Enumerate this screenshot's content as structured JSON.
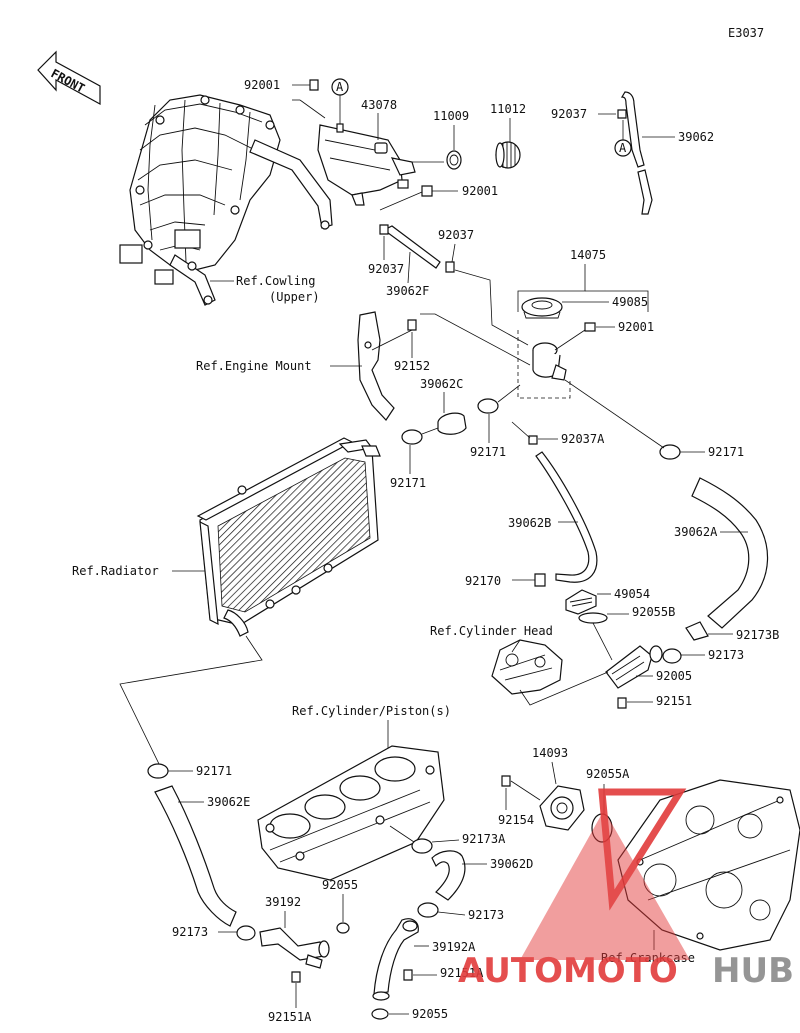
{
  "diagram_code": "E3037",
  "front_label": "FRONT",
  "callouts": {
    "a1": "A",
    "a2": "A"
  },
  "parts": {
    "p92001_top": "92001",
    "p43078": "43078",
    "p11009": "11009",
    "p11012": "11012",
    "p92037_top": "92037",
    "p39062": "39062",
    "p92001_mid": "92001",
    "p92037_a": "92037",
    "p92037_b": "92037",
    "p39062F": "39062F",
    "p14075": "14075",
    "p49085": "49085",
    "p92001_low": "92001",
    "p92152": "92152",
    "p39062C": "39062C",
    "p92171_a": "92171",
    "p92037A": "92037A",
    "p92171_b": "92171",
    "p92171_c": "92171",
    "p39062B": "39062B",
    "p39062A": "39062A",
    "p92170": "92170",
    "p49054": "49054",
    "p92055B": "92055B",
    "p92173B": "92173B",
    "p92173_a": "92173",
    "p92005": "92005",
    "p92151": "92151",
    "p14093": "14093",
    "p92055A": "92055A",
    "p92154": "92154",
    "p92171_d": "92171",
    "p39062E": "39062E",
    "p92173A": "92173A",
    "p39062D": "39062D",
    "p92055_a": "92055",
    "p39192": "39192",
    "p92173_b": "92173",
    "p92173_c": "92173",
    "p39192A": "39192A",
    "p92151A_a": "92151A",
    "p92151A_b": "92151A",
    "p92055_b": "92055"
  },
  "references": {
    "cowling_1": "Ref.Cowling",
    "cowling_2": "(Upper)",
    "engine_mount": "Ref.Engine Mount",
    "radiator": "Ref.Radiator",
    "cylinder_head": "Ref.Cylinder Head",
    "cylinder_piston": "Ref.Cylinder/Piston(s)",
    "crankcase": "Ref.Crankcase"
  },
  "watermark": {
    "text_red": "AUTOMOTO",
    "text_grey": "HUB",
    "color_red": "#e23b3b",
    "color_grey": "#8a8a8a"
  }
}
